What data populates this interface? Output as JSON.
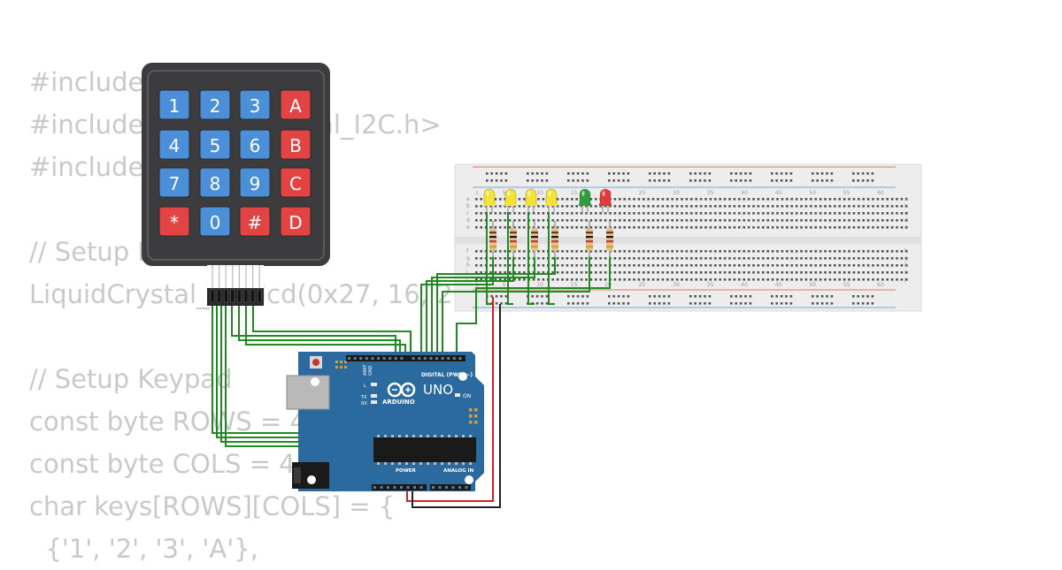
{
  "code_lines": [
    "#include <Keypad.h>",
    "#include <LiquidCrystal_I2C.h>",
    "#include <Servo.h>",
    "",
    "// Setup LCD",
    "LiquidCrystal_I2C lcd(0x27, 16, 2);",
    "",
    "// Setup Keypad",
    "const byte ROWS = 4; // 4 baris",
    "const byte COLS = 4; // 4 kolom",
    "char keys[ROWS][COLS] = {",
    "  {'1', '2', '3', 'A'},"
  ],
  "keypad": {
    "keys": [
      {
        "label": "1",
        "color": "#4a8fd8"
      },
      {
        "label": "2",
        "color": "#4a8fd8"
      },
      {
        "label": "3",
        "color": "#4a8fd8"
      },
      {
        "label": "A",
        "color": "#e24444"
      },
      {
        "label": "4",
        "color": "#4a8fd8"
      },
      {
        "label": "5",
        "color": "#4a8fd8"
      },
      {
        "label": "6",
        "color": "#4a8fd8"
      },
      {
        "label": "B",
        "color": "#e24444"
      },
      {
        "label": "7",
        "color": "#4a8fd8"
      },
      {
        "label": "8",
        "color": "#4a8fd8"
      },
      {
        "label": "9",
        "color": "#4a8fd8"
      },
      {
        "label": "C",
        "color": "#e24444"
      },
      {
        "label": "*",
        "color": "#e24444"
      },
      {
        "label": "0",
        "color": "#4a8fd8"
      },
      {
        "label": "#",
        "color": "#e24444"
      },
      {
        "label": "D",
        "color": "#e24444"
      }
    ]
  },
  "arduino": {
    "model": "UNO",
    "brand": "ARDUINO",
    "digital_label": "DIGITAL (PWM ~)",
    "power_label": "POWER",
    "analog_label": "ANALOG IN",
    "on_label": "ON",
    "l_label": "L",
    "tx_label": "TX",
    "rx_label": "RX",
    "aref_label": "AREF",
    "gnd_label": "GND"
  },
  "breadboard": {
    "column_numbers": [
      "1",
      "5",
      "10",
      "15",
      "20",
      "25",
      "30",
      "35",
      "40",
      "45",
      "50",
      "55",
      "60"
    ],
    "row_letters_top": [
      "a",
      "b",
      "c",
      "d",
      "e"
    ],
    "row_letters_bottom": [
      "f",
      "g",
      "h",
      "i",
      "j"
    ]
  },
  "leds": [
    {
      "color": "yellow",
      "hex": "#f4e233"
    },
    {
      "color": "yellow",
      "hex": "#f4e233"
    },
    {
      "color": "yellow",
      "hex": "#f4e233"
    },
    {
      "color": "yellow",
      "hex": "#f4e233"
    },
    {
      "color": "green",
      "hex": "#2e9e3a"
    },
    {
      "color": "red",
      "hex": "#e23a3a"
    }
  ],
  "colors": {
    "wire_green": "#1f8a1f",
    "wire_red": "#d42020",
    "wire_black": "#222222",
    "arduino_blue": "#2b6a9e",
    "keypad_body": "#3c3c3e",
    "breadboard": "#ececec"
  }
}
